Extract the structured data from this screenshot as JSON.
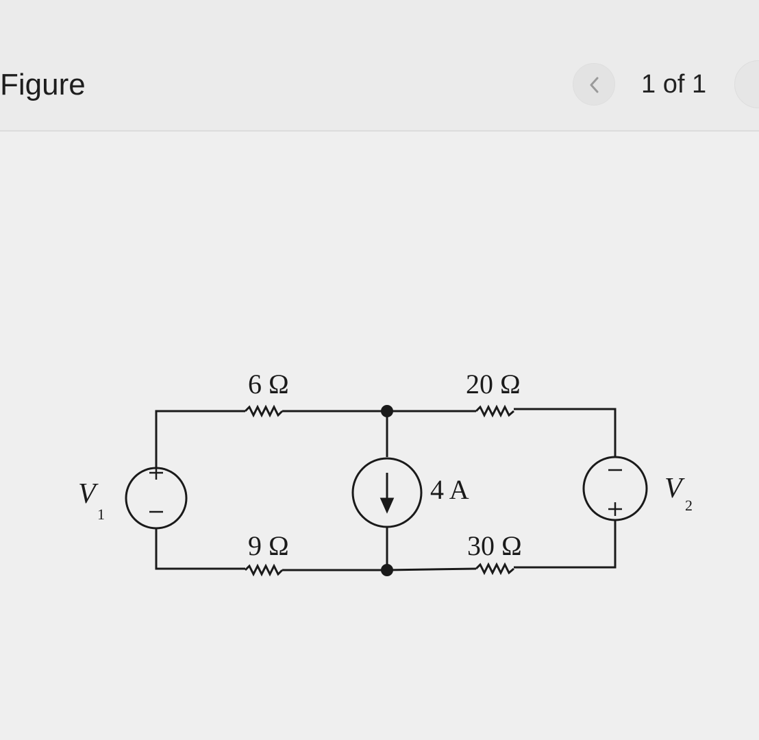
{
  "header": {
    "title": "Figure",
    "pager": "1 of 1"
  },
  "circuit": {
    "resistor_top_left": "6 Ω",
    "resistor_top_right": "20 Ω",
    "resistor_bottom_left": "9 Ω",
    "resistor_bottom_right": "30 Ω",
    "current_source": "4 A",
    "v1_symbol": "V",
    "v1_subscript": "1",
    "v2_symbol": "V",
    "v2_subscript": "2",
    "plus": "+",
    "minus": "−"
  },
  "colors": {
    "background": "#ececec",
    "ink": "#1a1a1a"
  }
}
